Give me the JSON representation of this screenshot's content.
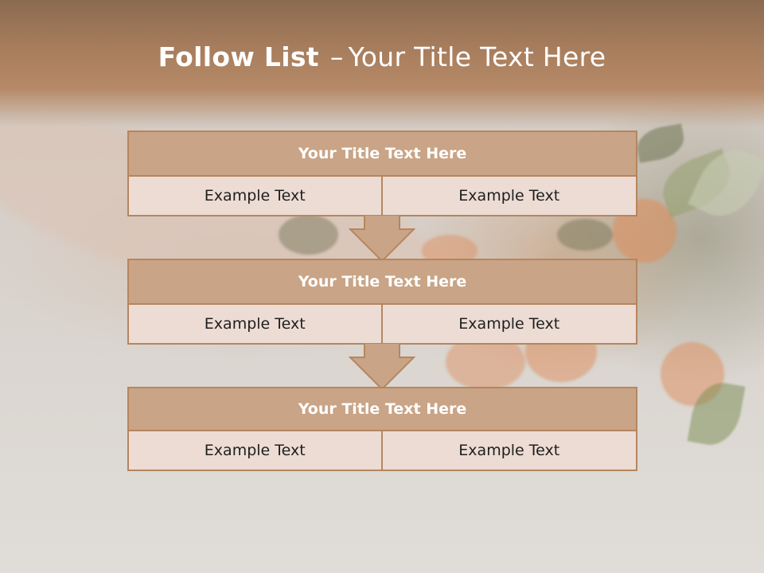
{
  "slide": {
    "title_bold": "Follow List",
    "title_sep": "–",
    "title_rest": "Your Title Text Here"
  },
  "steps": [
    {
      "title": "Your Title Text Here",
      "left": "Example Text",
      "right": "Example Text"
    },
    {
      "title": "Your Title Text Here",
      "left": "Example Text",
      "right": "Example Text"
    },
    {
      "title": "Your Title Text Here",
      "left": "Example Text",
      "right": "Example Text"
    }
  ],
  "colors": {
    "header_band": "#a57c5c",
    "box_header": "#c9a486",
    "box_cell": "#ecdcd4",
    "border": "#b5865f"
  }
}
